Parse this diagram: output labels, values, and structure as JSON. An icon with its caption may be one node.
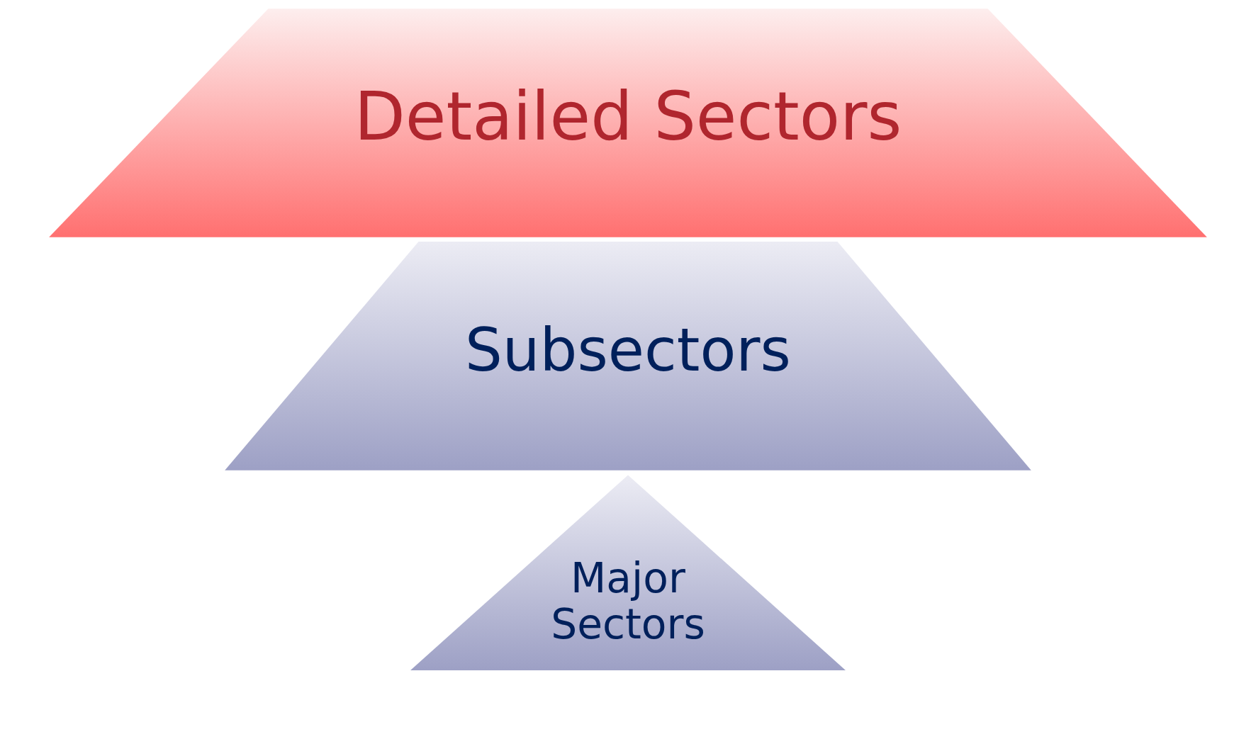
{
  "diagram": {
    "nodes": [
      {
        "text": [
          "Major Sectors"
        ]
      },
      {
        "text": [
          "Subsectors"
        ]
      },
      {
        "text": [
          "Detailed Sectors"
        ]
      }
    ]
  }
}
